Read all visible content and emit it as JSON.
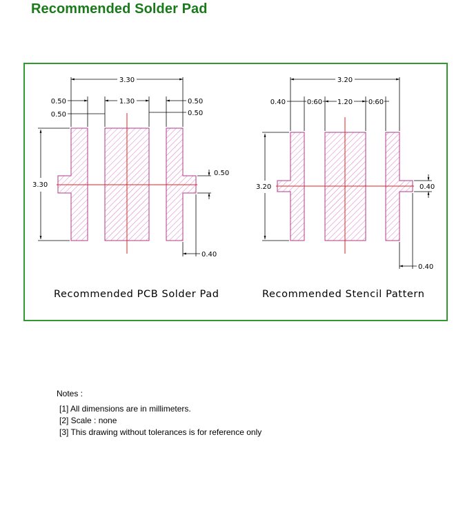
{
  "page": {
    "title": "Recommended Solder Pad"
  },
  "pcb": {
    "caption": "Recommended PCB Solder Pad",
    "dims": {
      "total_width": "3.30",
      "pad_width_left": "0.50",
      "gap_left": "0.50",
      "center_pad_width": "1.30",
      "pad_width_right": "0.50",
      "gap_right": "0.50",
      "height": "3.30",
      "tab_height": "0.50",
      "tab_extension": "0.40"
    }
  },
  "stencil": {
    "caption": "Recommended Stencil Pattern",
    "dims": {
      "total_width": "3.20",
      "pad_width_left": "0.40",
      "gap_left": "0.60",
      "center_pad_width": "1.20",
      "gap_right": "0.60",
      "height": "3.20",
      "tab_height": "0.40",
      "tab_extension": "0.40"
    }
  },
  "notes": {
    "heading": "Notes :",
    "items": [
      "[1] All dimensions are in millimeters.",
      "[2] Scale :  none",
      "[3] This drawing without tolerances is for reference only"
    ]
  },
  "colors": {
    "title": "#1a7a1a",
    "frame": "#2e9a2e",
    "pad_outline": "#b03a8a",
    "pad_hatch": "#d86cc0",
    "centerline": "#e02020"
  }
}
